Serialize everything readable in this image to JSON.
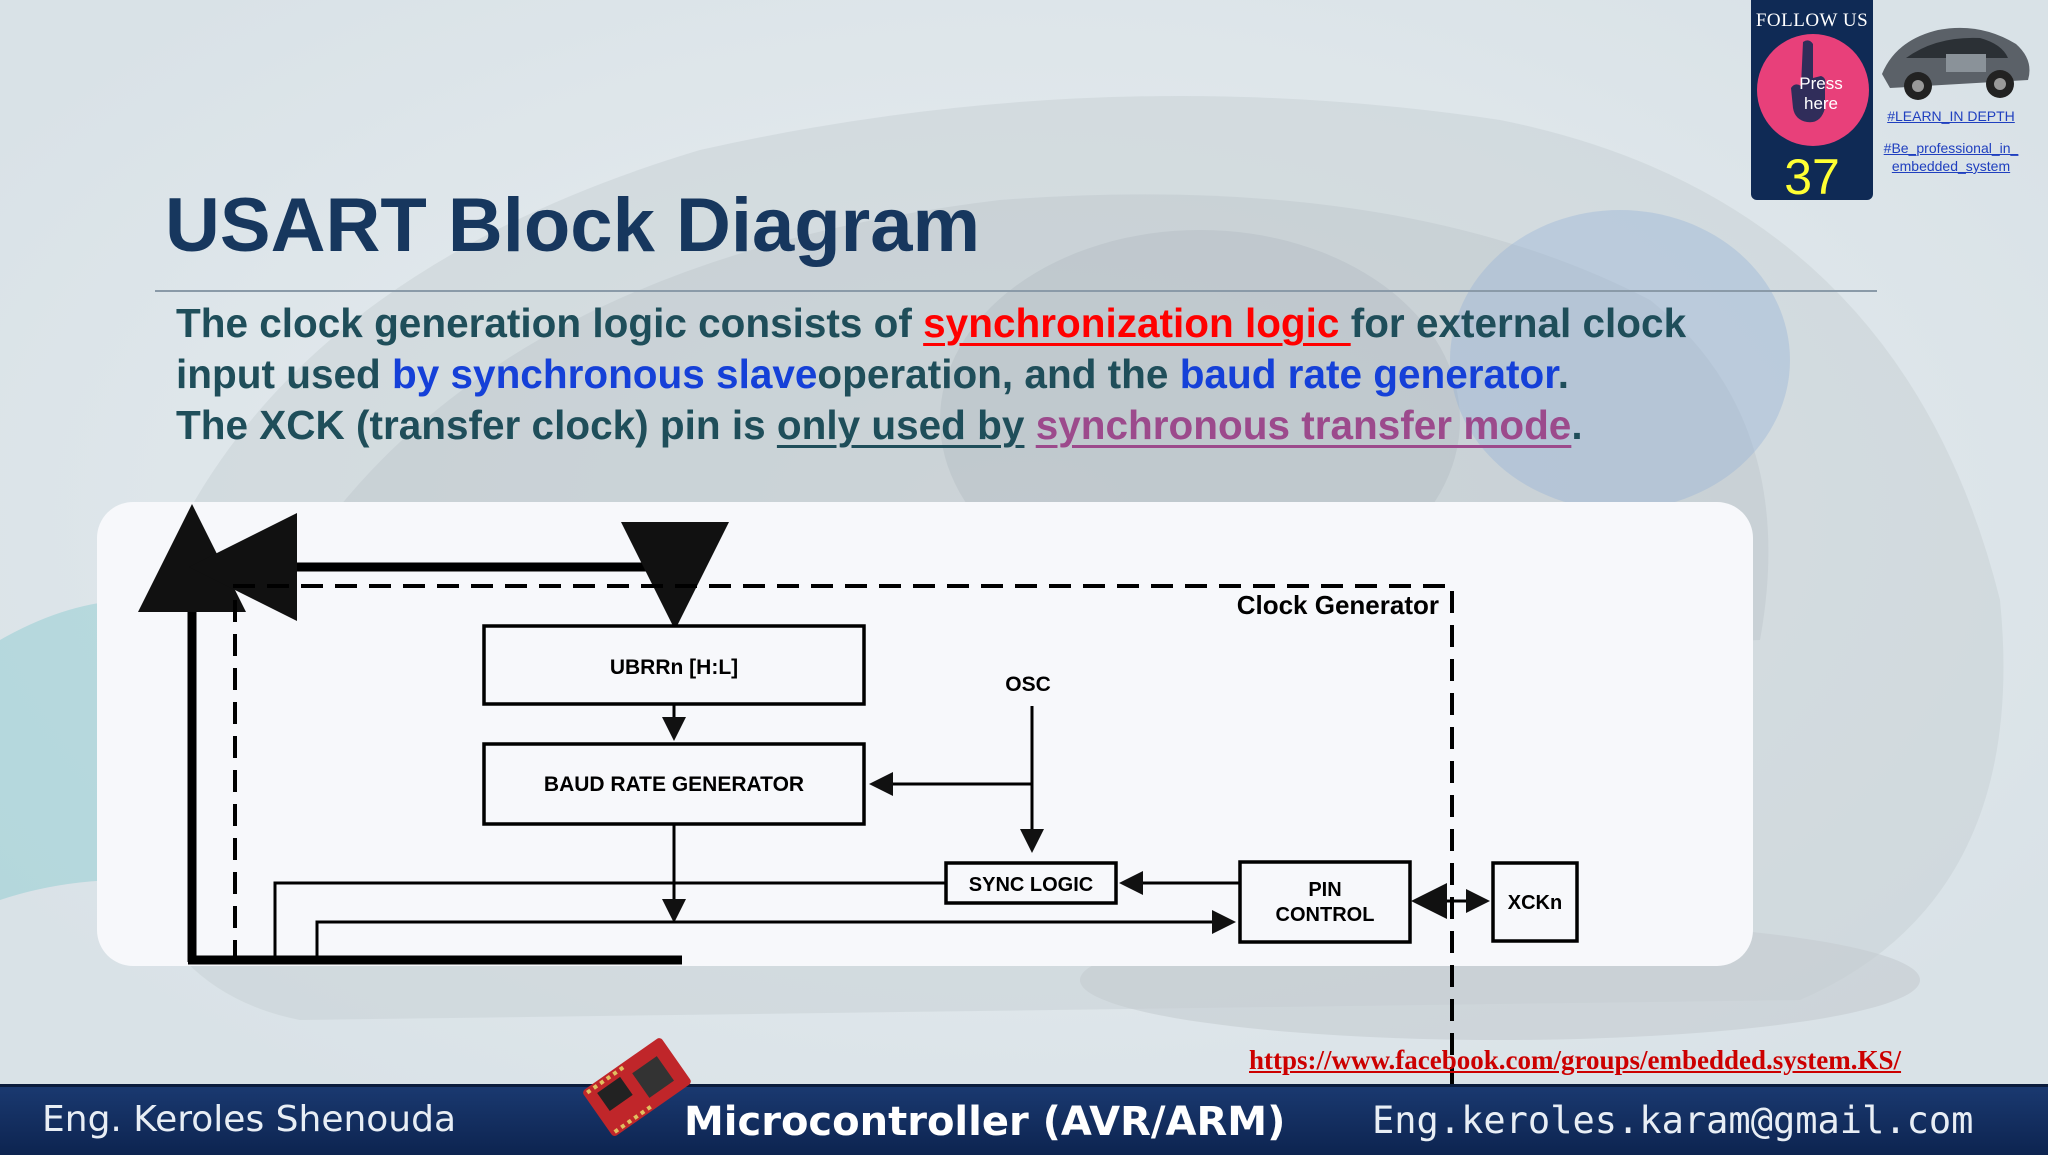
{
  "slide": {
    "title": "USART Block Diagram",
    "body": {
      "line1_a": "The clock generation logic consists of ",
      "line1_b": "synchronization logic ",
      "line1_c": "for external clock",
      "line2_a": "input used ",
      "line2_b": "by synchronous slave",
      "line2_c": "operation, and the ",
      "line2_d": "baud rate generator",
      "line2_e": ".",
      "line3_a": "The XCK (transfer clock) pin is ",
      "line3_b": "only used by",
      "line3_c": " ",
      "line3_d": "synchronous transfer mode",
      "line3_e": "."
    },
    "number": "37"
  },
  "diagram": {
    "group_label": "Clock Generator",
    "ubrr_label": "UBRRn [H:L]",
    "baud_label": "BAUD RATE GENERATOR",
    "osc_label": "OSC",
    "sync_label": "SYNC LOGIC",
    "pin_label_1": "PIN",
    "pin_label_2": "CONTROL",
    "xck_label": "XCKn"
  },
  "badge": {
    "follow_label": "FOLLOW US",
    "press_line1": "Press",
    "press_line2": "here",
    "hashtag1": "#LEARN_IN DEPTH",
    "hashtag2_line1": "#Be_professional_in_",
    "hashtag2_line2": "embedded_system"
  },
  "links": {
    "facebook": "https://www.facebook.com/groups/embedded.system.KS/"
  },
  "footer": {
    "author": "Eng. Keroles Shenouda",
    "course": "Microcontroller (AVR/ARM)",
    "email": "Eng.keroles.karam@gmail.com"
  },
  "icons": {
    "hand": "pointing-hand-icon",
    "car": "car-icon",
    "board": "dev-board-icon"
  },
  "colors": {
    "title": "#17375e",
    "body_text": "#1f4e5a",
    "highlight_red": "#ff0000",
    "highlight_blue": "#1540d8",
    "highlight_purple": "#9c4a8c",
    "footer_bg": "#1a3970",
    "badge_bg": "#0f2a55",
    "badge_pink": "#e8407a",
    "slide_number": "#ffff33"
  }
}
